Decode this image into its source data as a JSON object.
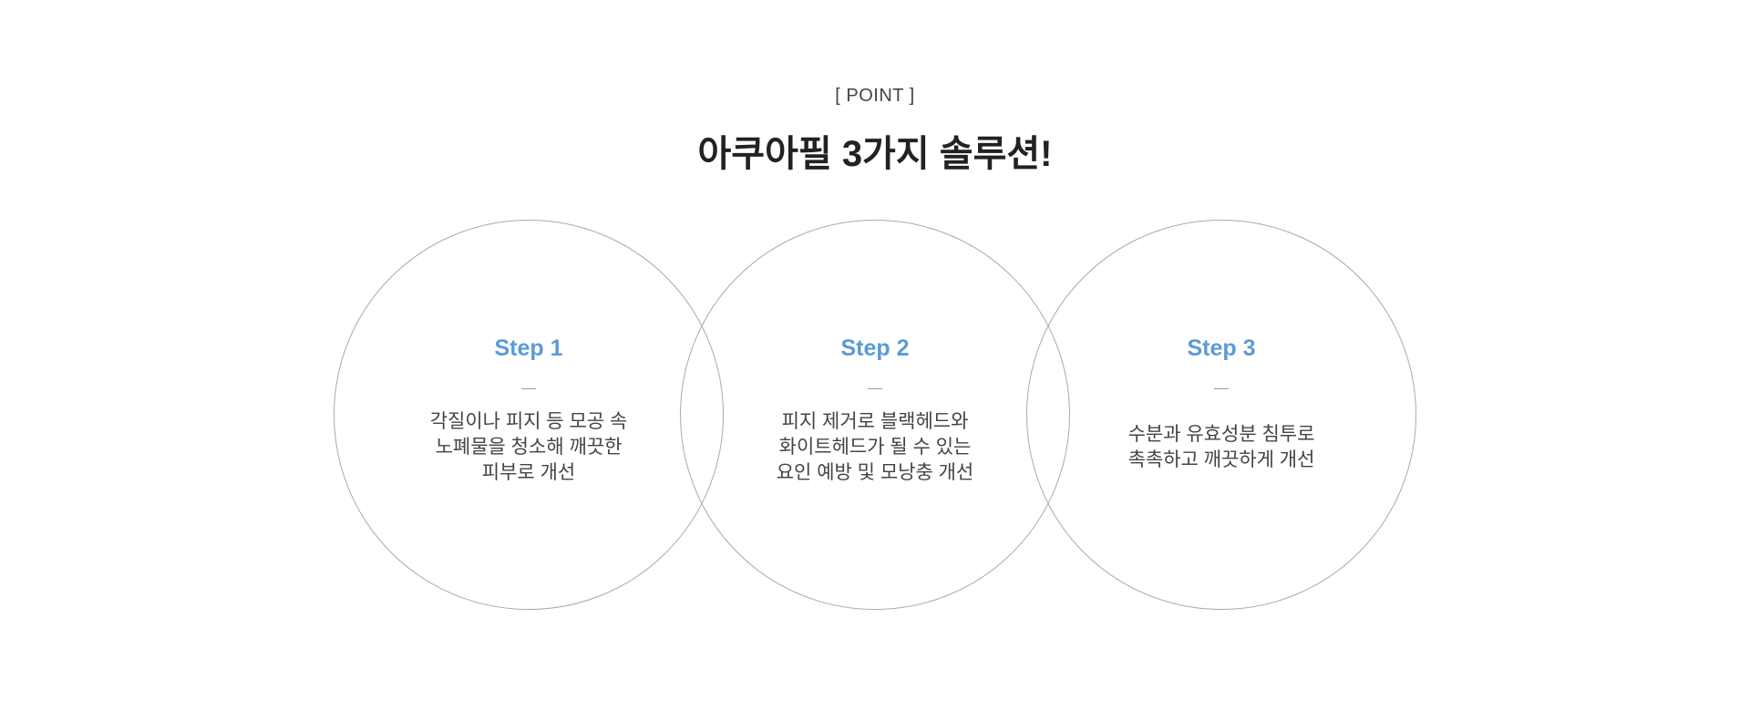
{
  "header": {
    "eyebrow": "[ POINT ]",
    "title": "아쿠아필 3가지 솔루션!"
  },
  "steps": [
    {
      "label": "Step 1",
      "description": "각질이나 피지 등 모공 속\n노폐물을 청소해 깨끗한\n피부로 개선"
    },
    {
      "label": "Step 2",
      "description": "피지 제거로 블랙헤드와\n화이트헤드가 될 수 있는\n요인 예방 및 모낭충 개선"
    },
    {
      "label": "Step 3",
      "description": "수분과 유효성분 침투로\n촉촉하고 깨끗하게 개선"
    }
  ],
  "colors": {
    "accent": "#5b9bd5",
    "circle_border": "#aaaaaa",
    "title": "#222222",
    "text": "#444444"
  }
}
